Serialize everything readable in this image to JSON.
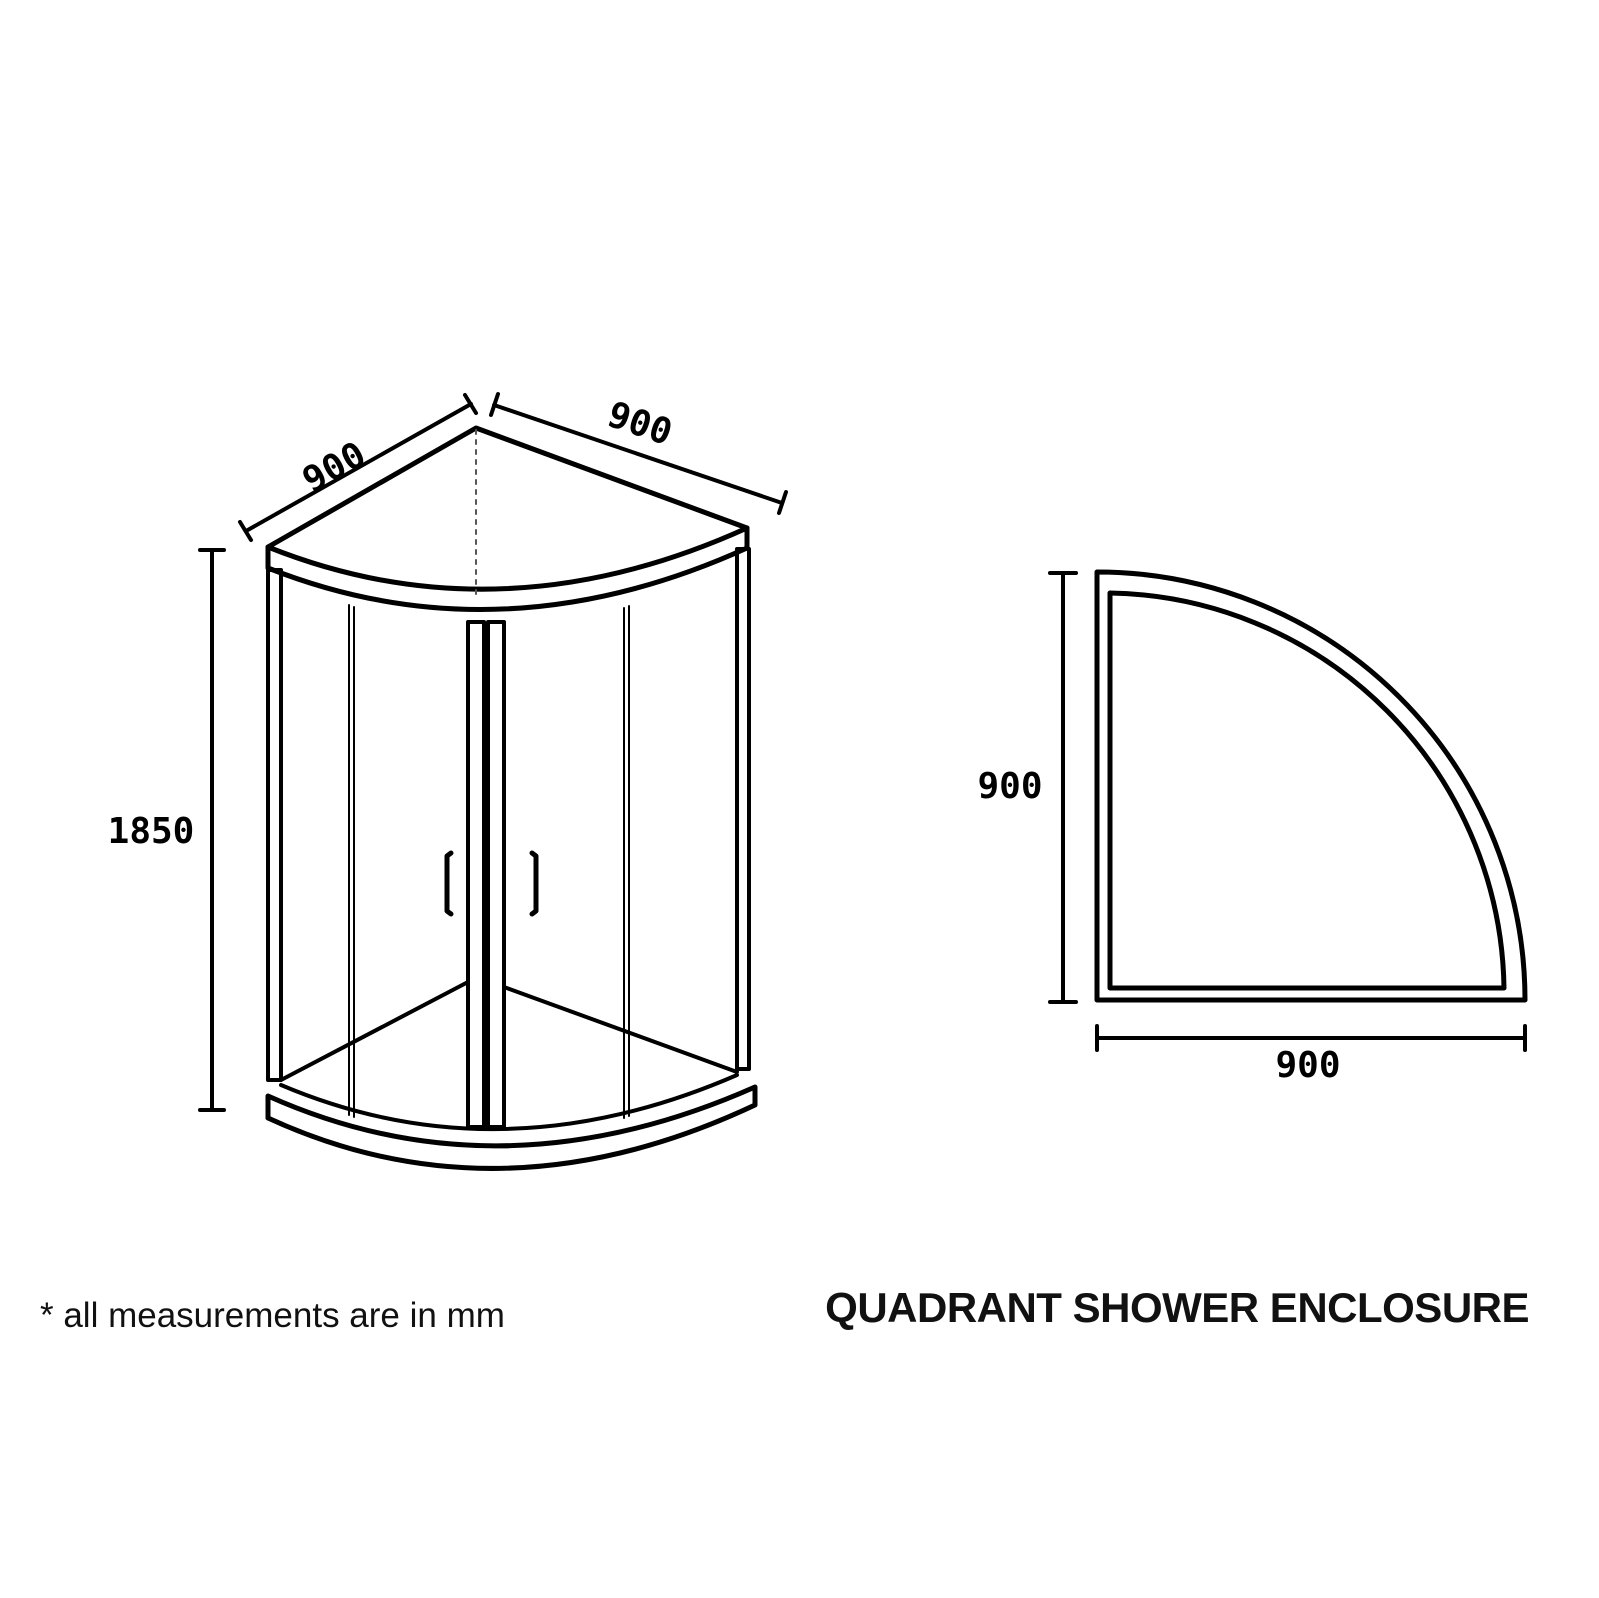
{
  "title": "QUADRANT SHOWER ENCLOSURE",
  "footnote": "* all measurements are in mm",
  "perspective_view": {
    "left_width_label": "900",
    "right_width_label": "900",
    "height_label": "1850"
  },
  "plan_view": {
    "depth_label": "900",
    "width_label": "900"
  },
  "line_color": "#000000"
}
